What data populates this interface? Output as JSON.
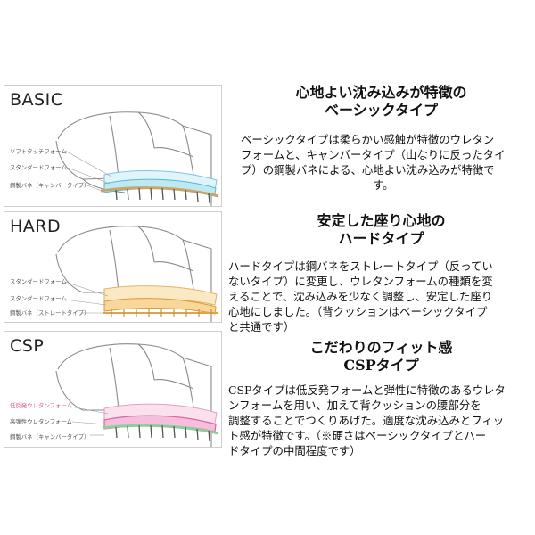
{
  "panels": [
    {
      "badge": "BASIC",
      "labels": [
        "ソフトタッチフォーム",
        "スタンダードフォーム",
        "鋼製バネ（キャンバータイプ）"
      ],
      "headline": [
        "心地よい沈み込みが特徴の",
        "ベーシックタイプ"
      ],
      "body": [
        "ベーシックタイプは柔らかい感触が特徴のウレタン",
        "フォームと、キャンバータイプ（山なりに反ったタイ",
        "プ）の鋼製バネによる、心地よい沈み込みが特徴で",
        "す。"
      ],
      "colors": {
        "top": "#bfe9f2",
        "mid": "#dff4fb",
        "spring": "#ead8b3"
      }
    },
    {
      "badge": "HARD",
      "labels": [
        "スタンダードフォーム",
        "スタンダードフォーム",
        "鋼製バネ（ストレートタイプ）"
      ],
      "headline": [
        "安定した座り心地の",
        "ハードタイプ"
      ],
      "body": [
        "ハードタイプは鋼バネをストレートタイプ（反ってい",
        "ないタイプ）に変更し、ウレタンフォームの種類を変",
        "えることで、沈み込みを少なく調整し、安定した座り",
        "心地にしました。（背クッションはベーシックタイプ",
        "と共通です）"
      ],
      "colors": {
        "top": "#f7d79a",
        "mid": "#fbe8c4",
        "spring": "#f2c27a"
      }
    },
    {
      "badge": "CSP",
      "labels": [
        "低反発ウレタンフォーム",
        "高弾性ウレタンフォーム",
        "鋼製バネ（キャンバータイプ）"
      ],
      "headline": [
        "こだわりのフィット感",
        "CSPタイプ"
      ],
      "body": [
        "CSPタイプは低反発フォームと弾性に特徴のあるウレタ",
        "ンフォームを用い、加えて背クッションの腰部分を",
        "調整することでつくりあげた。適度な沈み込みとフィッ",
        "ト感が特徴です。（※硬さはベーシックタイプとハー",
        "ドタイプの中間程度です）"
      ],
      "colors": {
        "top": "#f5bedc",
        "mid": "#fbe1ee",
        "spring": "#b9e6c4"
      }
    }
  ]
}
